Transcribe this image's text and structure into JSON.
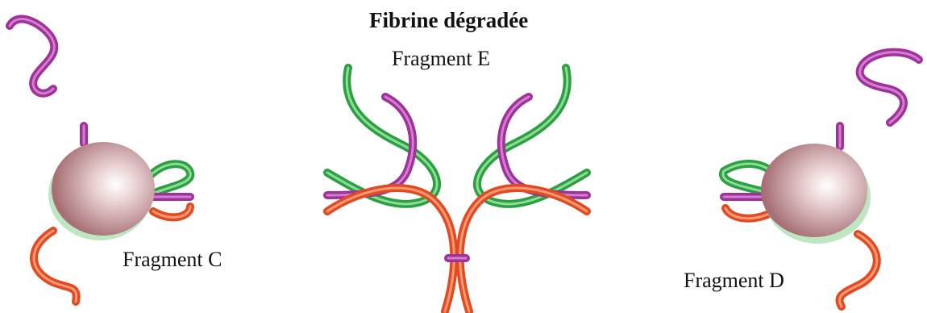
{
  "title": "Fibrine dégradée",
  "labels": {
    "fragment_e": "Fragment E",
    "fragment_c": "Fragment C",
    "fragment_d": "Fragment D"
  },
  "colors": {
    "purple": "#a0309a",
    "purple_light": "#d27fd0",
    "green": "#2aa043",
    "green_light": "#8fdc96",
    "red": "#e24a22",
    "red_light": "#f49a74",
    "globule": "#b9878a",
    "globule_highlight": "#ffffff"
  }
}
